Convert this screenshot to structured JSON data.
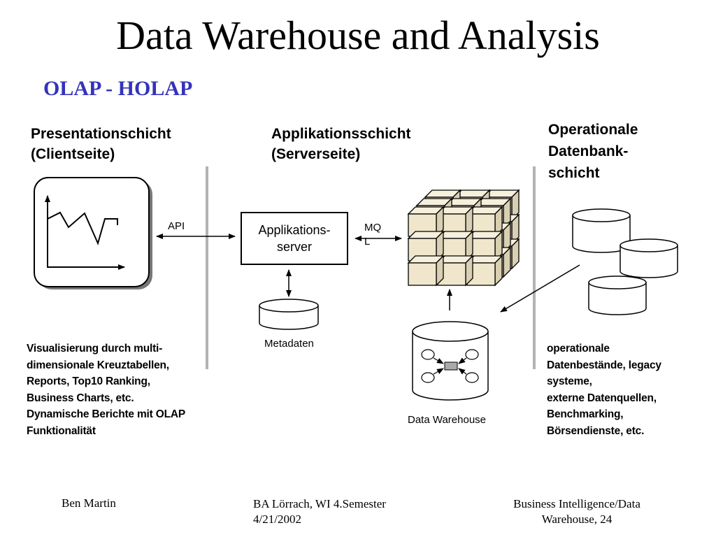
{
  "slide": {
    "title": "Data Warehouse and Analysis",
    "subtitle": "OLAP - HOLAP",
    "subtitle_color": "#3333bb"
  },
  "layers": {
    "client": {
      "heading_line1": "Presentationschicht",
      "heading_line2": "(Clientseite)",
      "description": [
        "Visualisierung durch multi-",
        "dimensionale Kreuztabellen,",
        "Reports, Top10 Ranking,",
        "Business Charts, etc.",
        "Dynamische Berichte mit OLAP",
        "Funktionalität"
      ]
    },
    "server": {
      "heading_line1": "Applikationsschicht",
      "heading_line2": "(Serverseite)"
    },
    "database": {
      "heading_line1": "Operationale",
      "heading_line2": "Datenbank-",
      "heading_line3": "schicht",
      "description": [
        "operationale",
        "Datenbestände, legacy",
        "systeme,",
        "externe Datenquellen,",
        "Benchmarking,",
        "Börsendienste, etc."
      ]
    }
  },
  "components": {
    "app_server_line1": "Applikations-",
    "app_server_line2": "server",
    "metadata_label": "Metadaten",
    "data_warehouse_label": "Data Warehouse",
    "api_label": "API",
    "mql_label_line1": "MQ",
    "mql_label_line2": "L",
    "cube_color": "#efe6cc",
    "separator_color": "#b3b3b3"
  },
  "footer": {
    "author": "Ben Martin",
    "course_line1": "BA Lörrach, WI 4.Semester",
    "course_line2": "4/21/2002",
    "topic_line1": "Business Intelligence/Data",
    "topic_line2": "Warehouse, 24"
  }
}
